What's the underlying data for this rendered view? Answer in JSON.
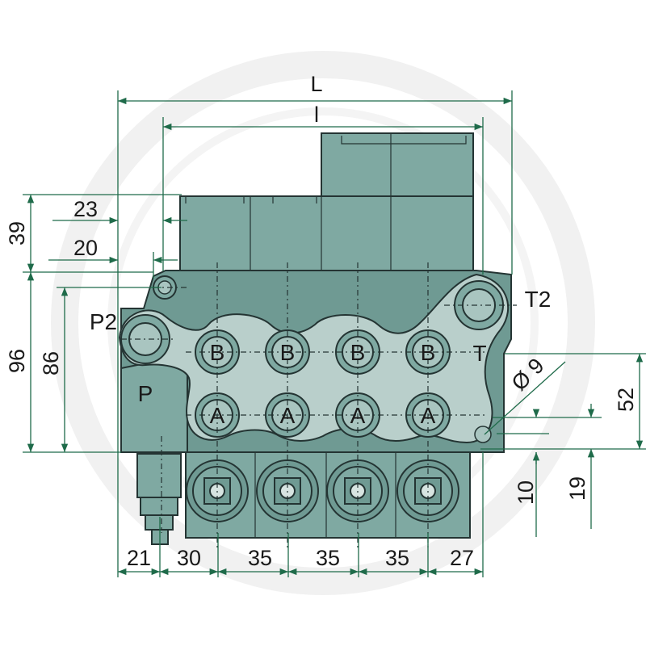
{
  "dimensions": {
    "overall_length": "L",
    "inner_length": "l",
    "upper_height": "39",
    "offset_23": "23",
    "offset_20": "20",
    "height_96": "96",
    "height_86": "86",
    "height_52": "52",
    "hole_diameter": "Ø 9",
    "offset_10": "10",
    "offset_19": "19",
    "pitch": [
      "21",
      "30",
      "35",
      "35",
      "35",
      "27"
    ]
  },
  "ports": {
    "b_ports": [
      "B",
      "B",
      "B",
      "B"
    ],
    "a_ports": [
      "A",
      "A",
      "A",
      "A"
    ],
    "pressure": "P",
    "pressure_2": "P2",
    "tank": "T",
    "tank_2": "T2"
  },
  "colors": {
    "body": "#7fa9a2",
    "plate": "#b9cfcb",
    "dimension_line": "#1f6b4a",
    "watermark": "#f1f1f1"
  }
}
